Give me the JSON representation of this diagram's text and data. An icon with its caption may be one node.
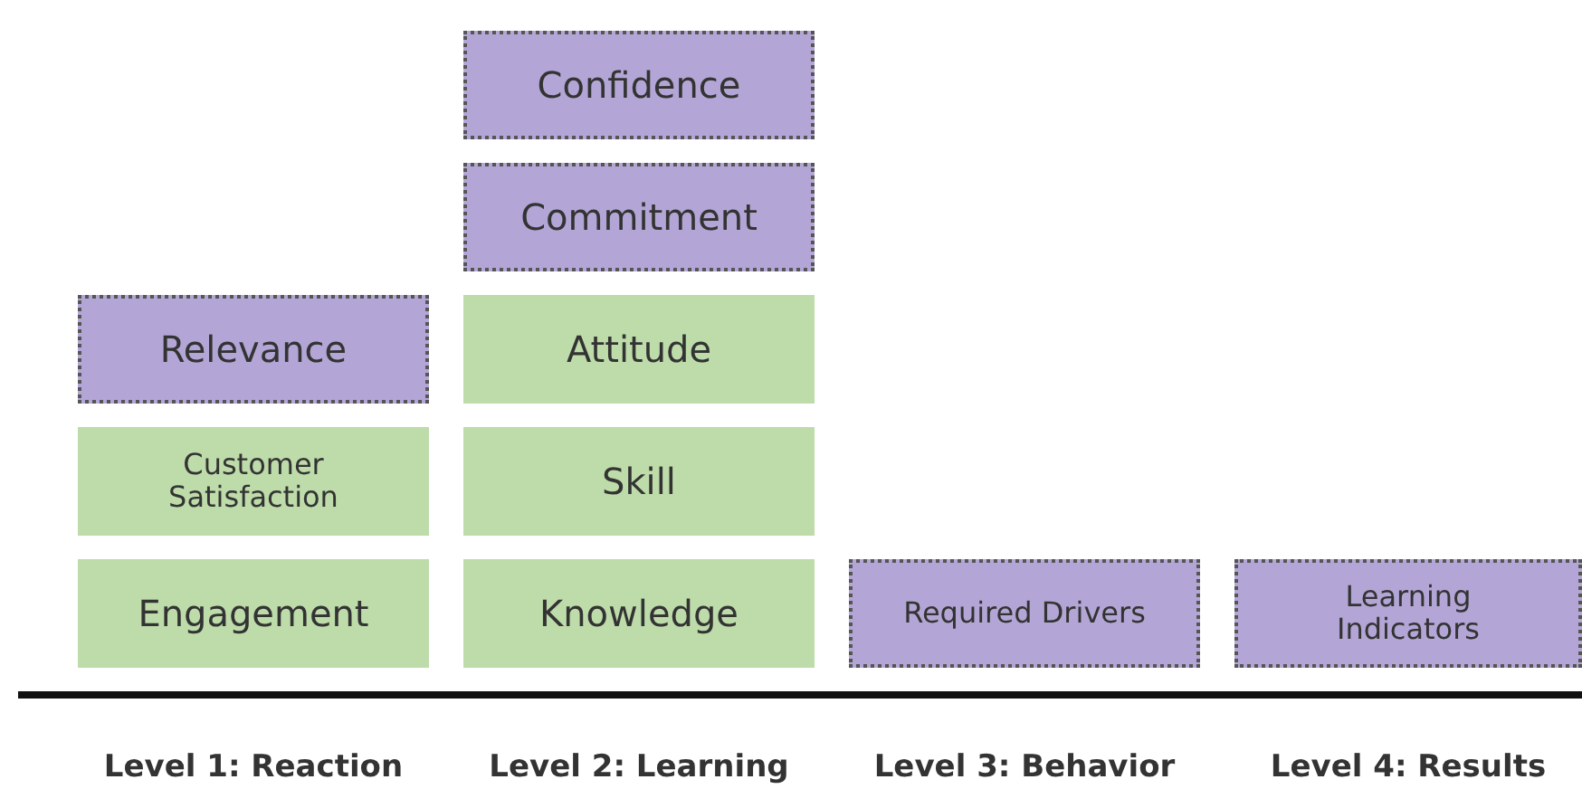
{
  "diagram": {
    "nodes": [
      {
        "text": [
          "Confidence"
        ]
      },
      {
        "text": [
          "Commitment"
        ]
      },
      {
        "text": [
          "Relevance"
        ]
      },
      {
        "text": [
          "Attitude"
        ]
      },
      {
        "text": [
          "Customer Satisfaction"
        ]
      },
      {
        "text": [
          "Skill"
        ]
      },
      {
        "text": [
          "Engagement"
        ]
      },
      {
        "text": [
          "Knowledge"
        ]
      },
      {
        "text": [
          "Required Drivers"
        ]
      },
      {
        "text": [
          "Learning Indicators"
        ]
      }
    ],
    "labels": [
      "Level 1: Reaction",
      "Level 2: Learning",
      "Level 3: Behavior",
      "Level 4: Results"
    ]
  }
}
